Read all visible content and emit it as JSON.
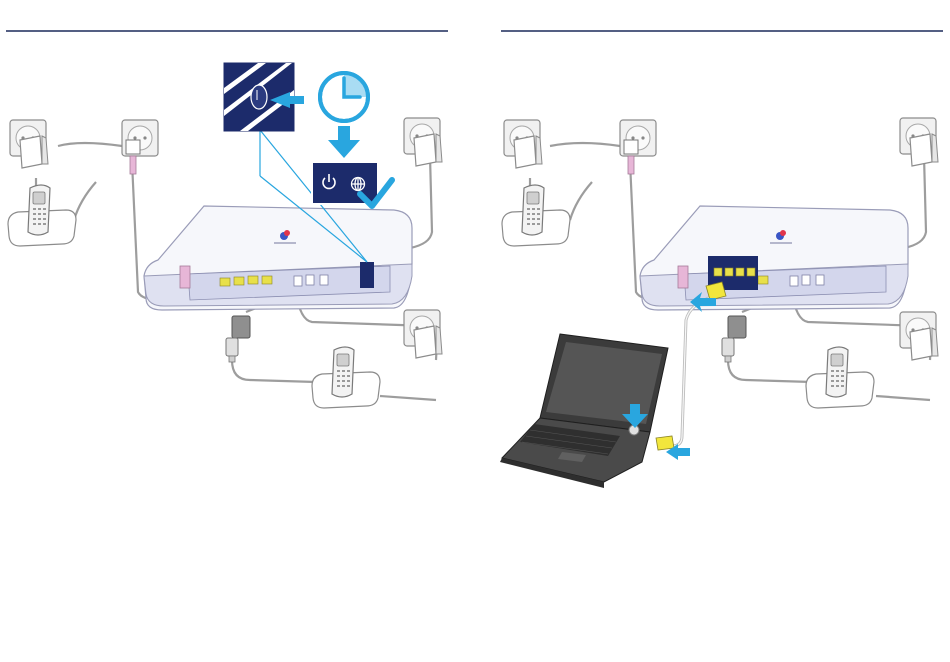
{
  "colors": {
    "rule": "#1b2a5a",
    "navy": "#1c2b6b",
    "accent_blue": "#29a6df",
    "light_blue": "#a9dcf3",
    "router_body": "#f4f5fa",
    "router_panel": "#d6d8ee",
    "port_yellow": "#e8e04a",
    "cable_yellow": "#f2e63c",
    "phone_jack_pink": "#e7b6d7",
    "outline_gray": "#9a9a9a",
    "socket_fill": "#f1f1f1",
    "laptop_dark": "#3b3b3b",
    "laptop_screen": "#555555"
  },
  "panels": [
    {
      "id": "left",
      "step": "wait-for-power-and-internet",
      "icons": [
        "power-button-icon",
        "clock-icon",
        "power-status-icon",
        "internet-globe-icon",
        "checkmark-icon"
      ]
    },
    {
      "id": "right",
      "step": "connect-laptop-via-ethernet",
      "icons": [
        "laptop-icon",
        "ethernet-cable-icon",
        "insert-arrow-icon"
      ]
    }
  ]
}
